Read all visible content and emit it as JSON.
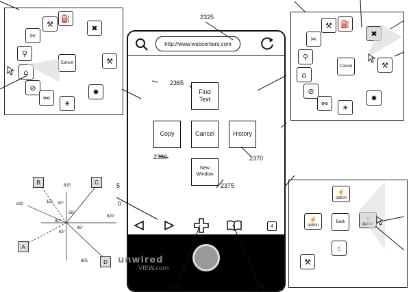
{
  "phone": {
    "url": "http://www.webcontent.com",
    "menu": {
      "find_text": "Find\nText",
      "copy": "Copy",
      "cancel": "Cancel",
      "history": "History",
      "new_window": "New\nWindow"
    },
    "tab_count": "4"
  },
  "refs": {
    "r2325": "2325",
    "r2365": "2365",
    "r2380": "2380",
    "r2370": "2370",
    "r2375": "2375",
    "r2340": "2340",
    "r2345": "2345",
    "r5": "5",
    "r0": "0"
  },
  "left_panel": {
    "cancel": "Cancel"
  },
  "right_panel": {
    "cancel": "Cancel"
  },
  "lower_right_panel": {
    "option_top": "option",
    "option_left": "option",
    "back": "Back",
    "option_right": "option"
  },
  "diagram": {
    "B": "B",
    "C": "C",
    "A": "A",
    "D": "D",
    "n810": "810",
    "n815": "815",
    "n15": "15°",
    "n30": "30°",
    "n820": "820",
    "n45": "45°",
    "n63": "63°",
    "n80": "80°",
    "n805": "805",
    "n56": "56°"
  },
  "watermark": {
    "line1": "unwired",
    "line2": "VIEW.com"
  },
  "icons": {
    "search": "search-icon",
    "refresh": "refresh-icon",
    "back": "back-arrow-icon",
    "forward": "forward-arrow-icon",
    "plus": "plus-icon",
    "bookmarks": "book-icon",
    "tabs": "tabs-icon",
    "home": "home-button-icon"
  }
}
